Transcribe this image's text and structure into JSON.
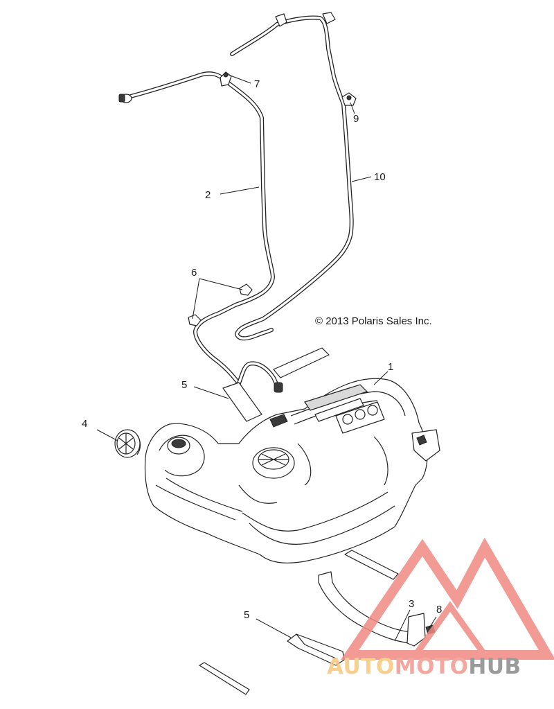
{
  "copyright": "© 2013 Polaris Sales Inc.",
  "callouts": [
    {
      "id": "callout-1",
      "label": "1"
    },
    {
      "id": "callout-2",
      "label": "2"
    },
    {
      "id": "callout-3",
      "label": "3"
    },
    {
      "id": "callout-4",
      "label": "4"
    },
    {
      "id": "callout-5a",
      "label": "5"
    },
    {
      "id": "callout-5b",
      "label": "5"
    },
    {
      "id": "callout-6",
      "label": "6"
    },
    {
      "id": "callout-7",
      "label": "7"
    },
    {
      "id": "callout-8",
      "label": "8"
    },
    {
      "id": "callout-9",
      "label": "9"
    },
    {
      "id": "callout-10",
      "label": "10"
    }
  ],
  "watermark": {
    "word_part_1": "AUTO",
    "word_part_2": "MOTO",
    "word_part_3": "HUB",
    "color_part_1": "#f7c77a",
    "color_part_2": "#f29a8f",
    "color_part_3": "#8a8a8a",
    "triangle_color": "#f08a82"
  }
}
